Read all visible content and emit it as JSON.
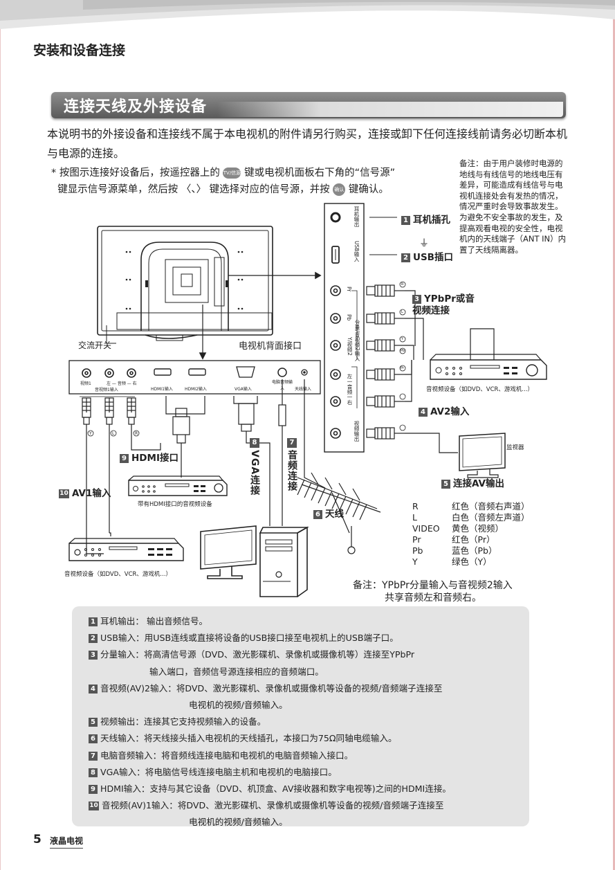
{
  "header": {
    "section": "安装和设备连接"
  },
  "title": "连接天线及外接设备",
  "intro": "本说明书的外接设备和连接线不属于本电视机的附件请另行购买，连接或卸下任何连接线前请务必切断本机与电源的连接。",
  "instruction": {
    "star": "*",
    "part1": "按图示连接好设备后，按遥控器上的",
    "tv_button": "TV/信源",
    "part2": "键或电视机面板右下角的“信号源”",
    "part3": "键显示信号源菜单，然后按 〈、〉 键选择对应的信号源，并按",
    "ok_button": "确认",
    "part4": "键确认。"
  },
  "note_top_right": "备注：由于用户装修时电源的地线与有线信号的地线电压有差异，可能造成有线信号与电视机连接处会有发热的情况，情况严重时会导致事故发生。为避免不安全事故的发生，及提高观看电视的安全性，电视机内的天线端子（ANT IN）内置了天线隔离器。",
  "diagram": {
    "power_switch": "交流开关",
    "tv_back": "电视机背面接口",
    "side_ports": [
      "耳机输出",
      "USB输入",
      "Pr",
      "Pb",
      "Y/视频2",
      "分量/音视频2输入",
      "左一音频一右",
      "视频输出"
    ],
    "bottom_ports": {
      "video1": "视频1",
      "audio_lr": "左 — 音频 — 右",
      "av1_in": "音视频1输入",
      "hdmi1": "HDMI1输入",
      "hdmi2": "HDMI2输入",
      "vga": "VGA输入",
      "pc_audio": "电脑音频输入",
      "antenna": "天线输入"
    },
    "callouts": [
      {
        "num": "1",
        "label": "耳机插孔"
      },
      {
        "num": "2",
        "label": "USB插口"
      },
      {
        "num": "3",
        "label": "YPbPr或音视频连接"
      },
      {
        "num": "4",
        "label": "AV2输入"
      },
      {
        "num": "5",
        "label": "连接AV输出"
      },
      {
        "num": "6",
        "label": "天线"
      },
      {
        "num": "7",
        "label": "音频连接"
      },
      {
        "num": "8",
        "label": "VGA连接"
      },
      {
        "num": "9",
        "label": "HDMI接口"
      },
      {
        "num": "10",
        "label": "AV1输入"
      }
    ],
    "plug_letters": [
      "R",
      "L",
      "Y",
      "Pb",
      "Pr",
      "Y",
      "L",
      "R"
    ],
    "device_av_right": "音视频设备（如DVD、VCR、游戏机...）",
    "device_hdmi": "带有HDMI接口的音视频设备",
    "device_av_left": "音视频设备（如DVD、VCR、游戏机...）",
    "monitor": "监视器"
  },
  "color_legend": [
    {
      "key": "R",
      "value": "红色（音频右声道）"
    },
    {
      "key": "L",
      "value": "白色（音频左声道）"
    },
    {
      "key": "VIDEO",
      "value": "黄色（视频）"
    },
    {
      "key": "Pr",
      "value": "红色（Pr）"
    },
    {
      "key": "Pb",
      "value": "蓝色（Pb）"
    },
    {
      "key": "Y",
      "value": "绿色（Y）"
    }
  ],
  "note_share": {
    "line1": "备注：YPbPr分量输入与音视频2输入",
    "line2": "共享音频左和音频右。"
  },
  "descriptions": [
    {
      "num": "1",
      "label": "耳机输出：",
      "text": "输出音频信号。"
    },
    {
      "num": "2",
      "label": "USB输入：",
      "text": "用USB连线或直接将设备的USB接口接至电视机上的USB端子口。"
    },
    {
      "num": "3",
      "label": "分量输入：",
      "text": "将高清信号源（DVD、激光影碟机、录像机或摄像机等）连接至YPbPr",
      "cont": "输入端口，音频信号源连接相应的音频端口。"
    },
    {
      "num": "4",
      "label": "音视频(AV)2输入：",
      "text": "将DVD、激光影碟机、录像机或摄像机等设备的视频/音频端子连接至",
      "cont": "电视机的视频/音频输入。"
    },
    {
      "num": "5",
      "label": "视频输出：",
      "text": "连接其它支持视频输入的设备。"
    },
    {
      "num": "6",
      "label": "天线输入：",
      "text": "将天线接头插入电视机的天线插孔，本接口为75Ω同轴电缆输入。"
    },
    {
      "num": "7",
      "label": "电脑音频输入：",
      "text": "将音频线连接电脑和电视机的电脑音频输入接口。"
    },
    {
      "num": "8",
      "label": "VGA输入：",
      "text": "将电脑信号线连接电脑主机和电视机的电脑接口。"
    },
    {
      "num": "9",
      "label": "HDMI输入：",
      "text": "支持与其它设备（DVD、机顶盒、AV接收器和数字电视等)之间的HDMI连接。"
    },
    {
      "num": "10",
      "label": "音视频(AV)1输入：",
      "text": "将DVD、激光影碟机、录像机或摄像机等设备的视频/音频端子连接至",
      "cont": "电视机的视频/音频输入。"
    }
  ],
  "footer": {
    "page": "5",
    "label": "液晶电视"
  }
}
